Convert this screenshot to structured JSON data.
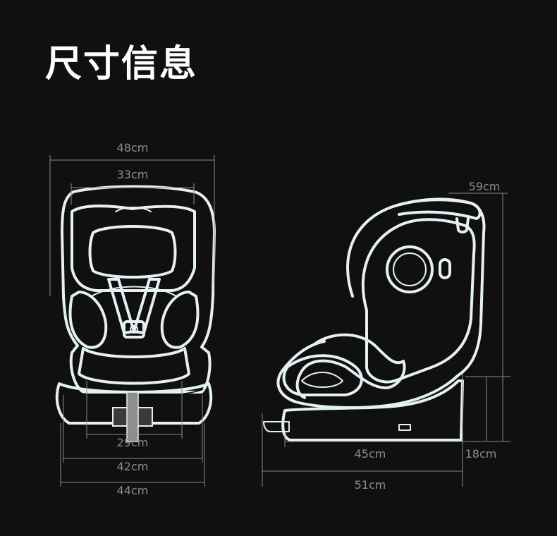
{
  "title": "尺寸信息",
  "front_view": {
    "width_top_outer": "48cm",
    "width_top_inner": "33cm",
    "width_base_inner": "29cm",
    "width_base_mid": "42cm",
    "width_base_outer": "44cm"
  },
  "side_view": {
    "height_total": "59cm",
    "depth_seat": "45cm",
    "height_base": "18cm",
    "depth_total": "51cm"
  },
  "colors": {
    "background": "#101010",
    "outline": "#e4f0f2",
    "dimension_text": "#8c8c8c"
  }
}
